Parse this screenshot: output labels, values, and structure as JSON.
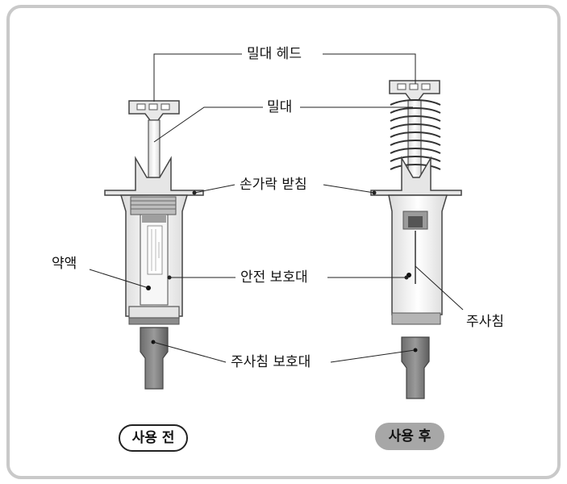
{
  "labels": {
    "plunger_head": "밀대 헤드",
    "plunger": "밀대",
    "finger_grip": "손가락 받침",
    "medicine": "약액",
    "safety_guard": "안전 보호대",
    "needle": "주사침",
    "needle_cap": "주사침 보호대"
  },
  "states": {
    "before": "사용 전",
    "after": "사용 후"
  }
}
